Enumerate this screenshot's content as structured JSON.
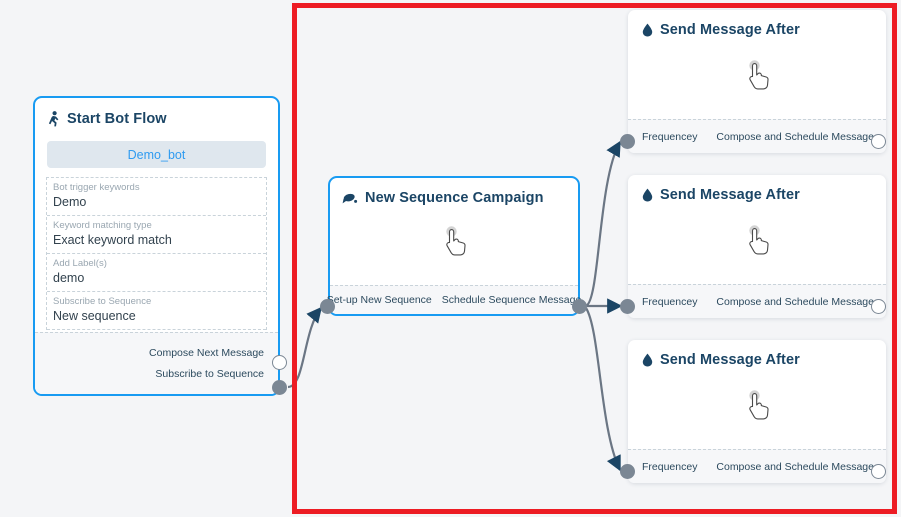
{
  "canvas": {
    "background": "#f4f5f7",
    "annotation_color": "#ed1c24"
  },
  "nodes": {
    "start": {
      "title": "Start Bot Flow",
      "icon": "running-person-icon",
      "bot_name": "Demo_bot",
      "fields": [
        {
          "label": "Bot trigger keywords",
          "value": "Demo"
        },
        {
          "label": "Keyword matching type",
          "value": "Exact keyword match"
        },
        {
          "label": "Add Label(s)",
          "value": "demo"
        },
        {
          "label": "Subscribe to Sequence",
          "value": "New sequence"
        }
      ],
      "ports": [
        {
          "label": "Compose Next Message",
          "state": "hollow"
        },
        {
          "label": "Subscribe to Sequence",
          "state": "filled"
        }
      ]
    },
    "sequence": {
      "title": "New Sequence Campaign",
      "icon": "sequence-campaign-icon",
      "cursor_icon": "hand-pointer-icon",
      "ports": {
        "input_label": "Set-up New Sequence",
        "output_label": "Schedule Sequence Message"
      }
    },
    "messages": [
      {
        "title": "Send Message After",
        "icon": "droplet-icon",
        "cursor_icon": "hand-pointer-icon",
        "input_label": "Frequencey",
        "output_label": "Compose and Schedule Message"
      },
      {
        "title": "Send Message After",
        "icon": "droplet-icon",
        "cursor_icon": "hand-pointer-icon",
        "input_label": "Frequencey",
        "output_label": "Compose and Schedule Message"
      },
      {
        "title": "Send Message After",
        "icon": "droplet-icon",
        "cursor_icon": "hand-pointer-icon",
        "input_label": "Frequencey",
        "output_label": "Compose and Schedule Message"
      }
    ]
  }
}
